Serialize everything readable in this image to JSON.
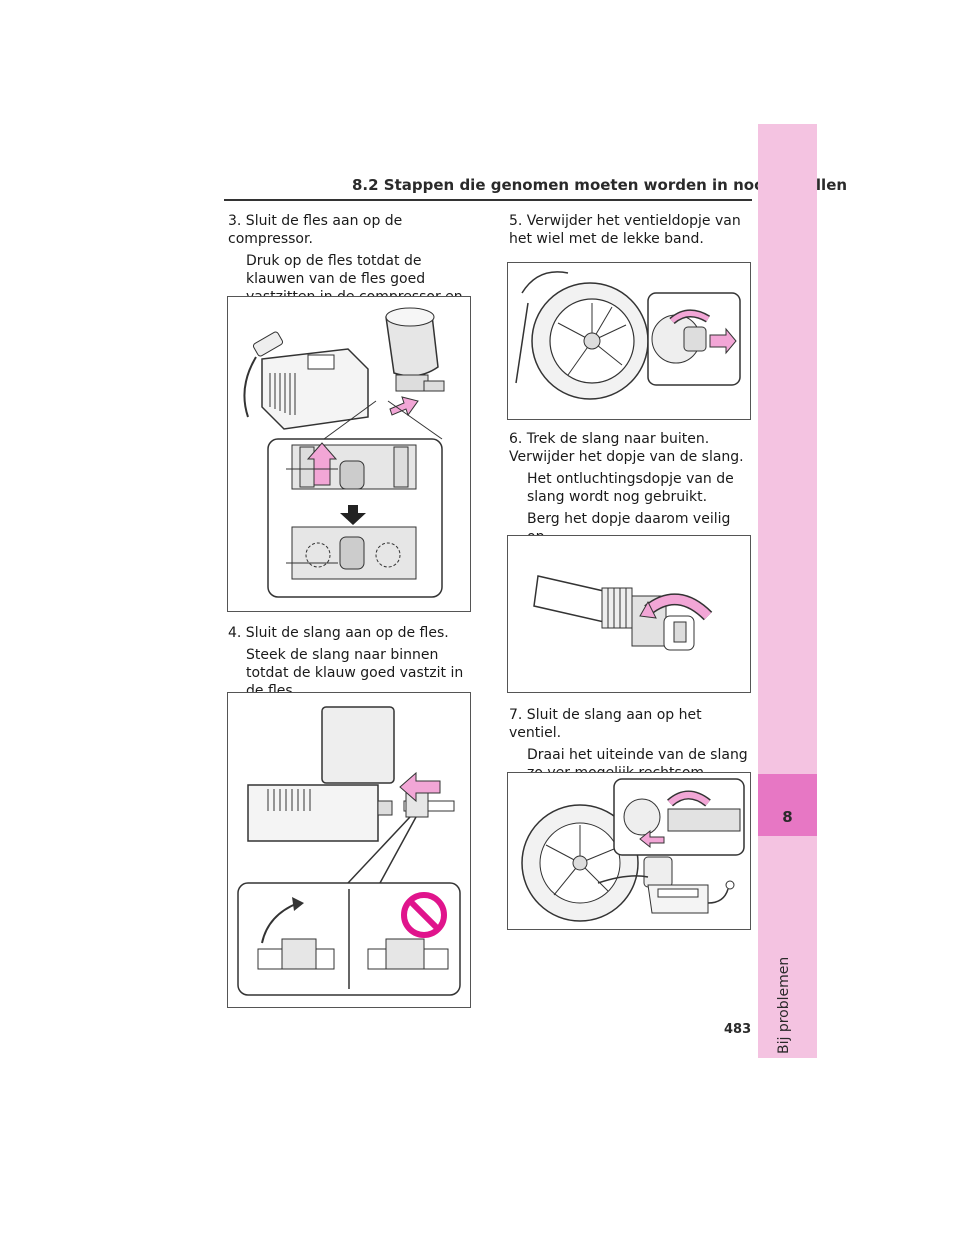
{
  "header": {
    "title": "8.2  Stappen die genomen moeten worden in noodgevallen"
  },
  "side_tab": {
    "chapter_number": "8",
    "chapter_title": "Bij problemen"
  },
  "page_number": "483",
  "steps": {
    "s3": {
      "title": "3. Sluit de fles aan op de compressor.",
      "text": "Druk op de fles totdat de klauwen van de fles goed vastzitten in de compressor en niet langer zichtbaar zijn."
    },
    "s4": {
      "title": "4. Sluit de slang aan op de fles.",
      "text": "Steek de slang naar binnen totdat de klauw goed vastzit in de fles."
    },
    "s5": {
      "title": "5. Verwijder het ventieldopje van het wiel met de lekke band."
    },
    "s6": {
      "title": "6. Trek de slang naar buiten. Verwijder het dopje van de slang.",
      "text1": "Het ontluchtingsdopje van de slang wordt nog gebruikt.",
      "text2": "Berg het dopje daarom veilig op."
    },
    "s7": {
      "title": "7. Sluit de slang aan op het ventiel.",
      "text": "Draai het uiteinde van de slang zo ver mogelijk rechtsom."
    }
  },
  "colors": {
    "accent_pink": "#e777c4",
    "tab_pink": "#f4c3e1",
    "arrow_pink": "#f2a6d6",
    "prohibit_magenta": "#e0148c"
  }
}
